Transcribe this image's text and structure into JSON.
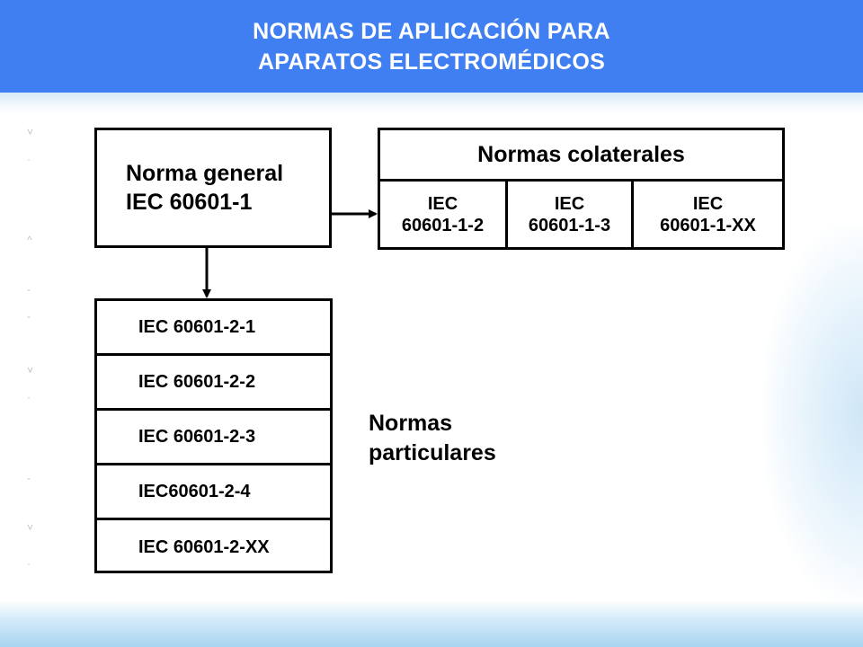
{
  "header": {
    "line1": "NORMAS DE APLICACIÓN PARA",
    "line2": "APARATOS ELECTROMÉDICOS",
    "background": "#3f7ff2",
    "text_color": "#ffffff"
  },
  "general": {
    "line1": "Norma general",
    "line2": "IEC 60601-1"
  },
  "colaterales": {
    "title": "Normas colaterales",
    "cells": [
      {
        "line1": "IEC",
        "line2": "60601-1-2"
      },
      {
        "line1": "IEC",
        "line2": "60601-1-3"
      },
      {
        "line1": "IEC",
        "line2": "60601-1-XX"
      }
    ]
  },
  "particulares": {
    "items": [
      "IEC 60601-2-1",
      "IEC 60601-2-2",
      "IEC 60601-2-3",
      "IEC60601-2-4",
      "IEC 60601-2-XX"
    ],
    "label_line1": "Normas",
    "label_line2": "particulares"
  },
  "colors": {
    "box_border": "#000000",
    "connector": "#000000"
  }
}
